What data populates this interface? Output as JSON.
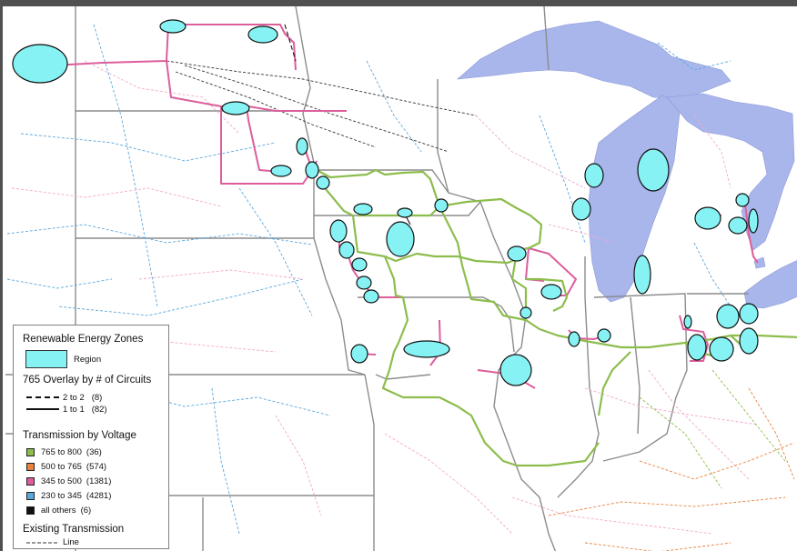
{
  "colors": {
    "lake": "#a9b6ec",
    "region_fill": "#86f2f4",
    "v765_800": "#8dbd4d",
    "v500_765": "#e7823f",
    "v345_500": "#dd5e9c",
    "v230_345": "#5ba7dc",
    "all_others": "#111111",
    "state_border": "#8c8c8c",
    "county_faint": "#f1a9cb"
  },
  "legend": {
    "zones_title": "Renewable Energy Zones",
    "region_label": "Region",
    "overlay_title": "765 Overlay by # of Circuits",
    "overlay_items": [
      {
        "label": "2 to 2",
        "count": "(8)",
        "style": "dashed"
      },
      {
        "label": "1 to 1",
        "count": "(82)",
        "style": "solid"
      }
    ],
    "voltage_title": "Transmission by Voltage",
    "voltage_items": [
      {
        "label": "765 to 800",
        "count": "(36)",
        "color": "#8dbd4d"
      },
      {
        "label": "500 to 765",
        "count": "(574)",
        "color": "#e7823f"
      },
      {
        "label": "345 to 500",
        "count": "(1381)",
        "color": "#dd5e9c"
      },
      {
        "label": "230 to 345",
        "count": "(4281)",
        "color": "#5ba7dc"
      },
      {
        "label": "all others",
        "count": "(6)",
        "color": "#111111"
      }
    ],
    "existing_title": "Existing Transmission",
    "existing_item": "Line"
  }
}
